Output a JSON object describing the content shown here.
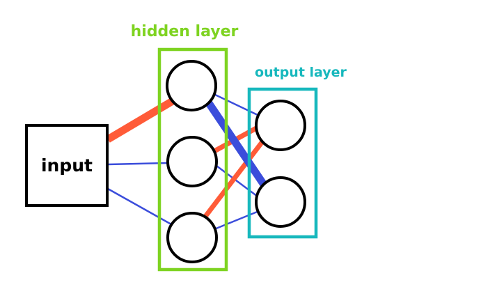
{
  "diagram": {
    "input_label": "input",
    "hidden_layer_label": "hidden layer",
    "output_layer_label": "output layer",
    "colors": {
      "outline": "#000000",
      "hidden_box": "#7ed321",
      "output_box": "#17b8bd",
      "positive_edge": "#ff5b38",
      "negative_edge": "#3b4ddb",
      "background": "#ffffff"
    },
    "nodes": [
      {
        "id": "input",
        "type": "box"
      },
      {
        "id": "h1",
        "layer": "hidden"
      },
      {
        "id": "h2",
        "layer": "hidden"
      },
      {
        "id": "h3",
        "layer": "hidden"
      },
      {
        "id": "o1",
        "layer": "output"
      },
      {
        "id": "o2",
        "layer": "output"
      }
    ],
    "edges": [
      {
        "from": "input",
        "to": "h1",
        "sign": "positive",
        "weight": "strong"
      },
      {
        "from": "input",
        "to": "h2",
        "sign": "negative",
        "weight": "weak"
      },
      {
        "from": "input",
        "to": "h3",
        "sign": "negative",
        "weight": "weak"
      },
      {
        "from": "h1",
        "to": "o1",
        "sign": "negative",
        "weight": "weak"
      },
      {
        "from": "h1",
        "to": "o2",
        "sign": "negative",
        "weight": "strong"
      },
      {
        "from": "h2",
        "to": "o1",
        "sign": "positive",
        "weight": "medium"
      },
      {
        "from": "h2",
        "to": "o2",
        "sign": "negative",
        "weight": "weak"
      },
      {
        "from": "h3",
        "to": "o1",
        "sign": "positive",
        "weight": "medium"
      },
      {
        "from": "h3",
        "to": "o2",
        "sign": "negative",
        "weight": "weak"
      }
    ]
  }
}
